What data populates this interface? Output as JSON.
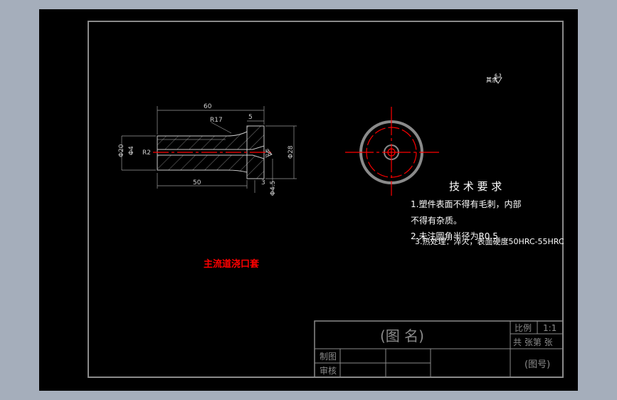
{
  "colors": {
    "background": "#000000",
    "frame": "#8a8a8a",
    "geometry": "#c8c8c8",
    "centerline": "#ff0000",
    "text": "#ffffff",
    "title_text": "#ff0000",
    "dimension": "#d0d0d0"
  },
  "part_view": {
    "dim_total_length": "60",
    "dim_radius_17": "R17",
    "dim_flange_width": "5",
    "dim_body_length": "50",
    "dim_gap_3": "3",
    "dim_outer_dia": "Φ20",
    "dim_bore_dia": "Φ4",
    "dim_radius_2": "R2",
    "dim_flange_dia": "Φ28",
    "dim_hole_dia": "Φ4.5",
    "roughness_value": "1.6"
  },
  "surface_finish_note": {
    "text": "其余",
    "value": "6.3"
  },
  "technical_requirements": {
    "heading": "技 术 要 求",
    "lines": [
      "1.塑件表面不得有毛刺，内部",
      "不得有杂质。",
      "2.未注圆角半径为R0.5",
      "3.热处理：淬火，表面硬度50HRC-55HRC"
    ]
  },
  "part_name": "主流道浇口套",
  "title_block": {
    "drawing_name": "(图  名)",
    "scale_label": "比例",
    "scale_value": "1:1",
    "sheets_label": "共  张第  张",
    "drawn_by": "制图",
    "checked_by": "审核",
    "drawing_number": "(图号)"
  }
}
